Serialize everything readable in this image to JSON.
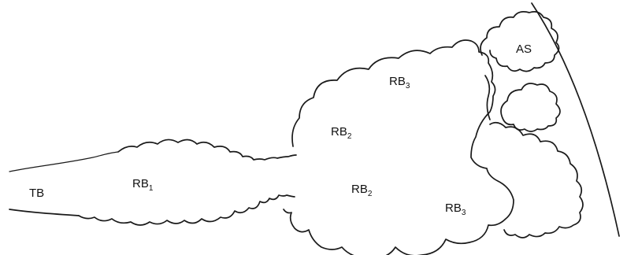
{
  "labels": {
    "tb": "TB",
    "rb1": {
      "base": "RB",
      "sub": "1"
    },
    "rb2_upper": {
      "base": "RB",
      "sub": "2"
    },
    "rb2_lower": {
      "base": "RB",
      "sub": "2"
    },
    "rb3_upper": {
      "base": "RB",
      "sub": "3"
    },
    "rb3_lower": {
      "base": "RB",
      "sub": "3"
    },
    "as": "AS"
  },
  "colors": {
    "line": "#1a1a1a",
    "background": "#ffffff"
  }
}
